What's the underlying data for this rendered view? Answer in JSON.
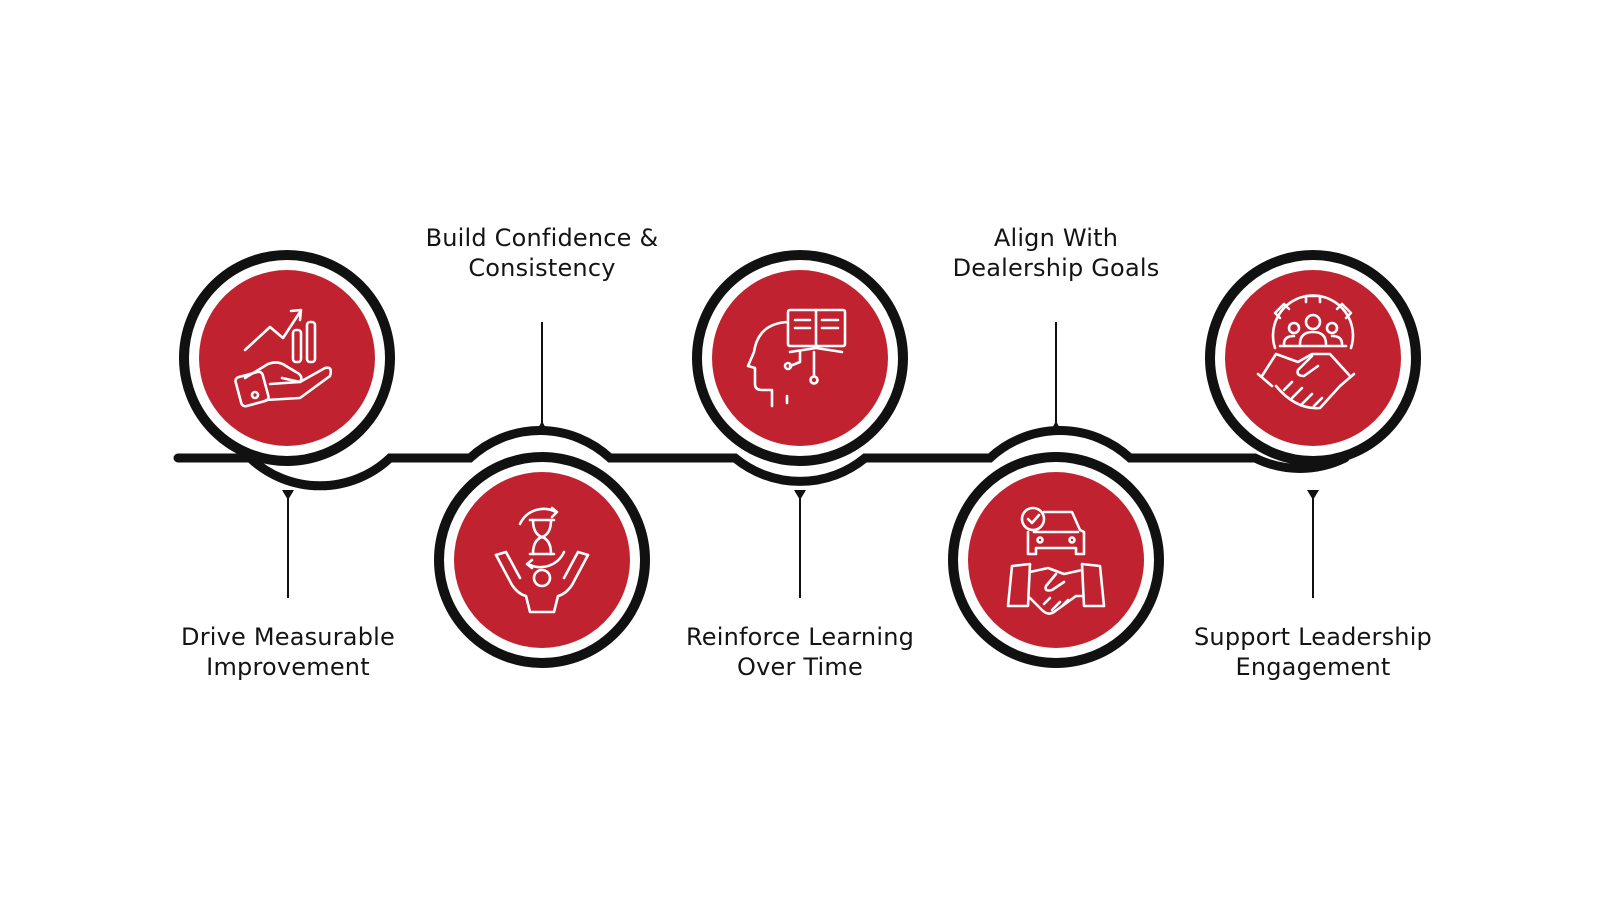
{
  "colors": {
    "accent": "#C0222F",
    "line": "#111111",
    "icon_stroke": "#FFFFFF",
    "background": "#FFFFFF"
  },
  "steps": [
    {
      "position": "top",
      "icon": "growth-chart-hand-icon",
      "label_lines": [
        "Drive Measurable",
        "Improvement"
      ]
    },
    {
      "position": "bottom",
      "icon": "hourglass-person-icon",
      "label_lines": [
        "Build Confidence &",
        "Consistency"
      ]
    },
    {
      "position": "top",
      "icon": "head-book-icon",
      "label_lines": [
        "Reinforce Learning",
        "Over Time"
      ]
    },
    {
      "position": "bottom",
      "icon": "car-handshake-icon",
      "label_lines": [
        "Align With",
        "Dealership Goals"
      ]
    },
    {
      "position": "top",
      "icon": "team-gear-handshake-icon",
      "label_lines": [
        "Support Leadership",
        "Engagement"
      ]
    }
  ]
}
